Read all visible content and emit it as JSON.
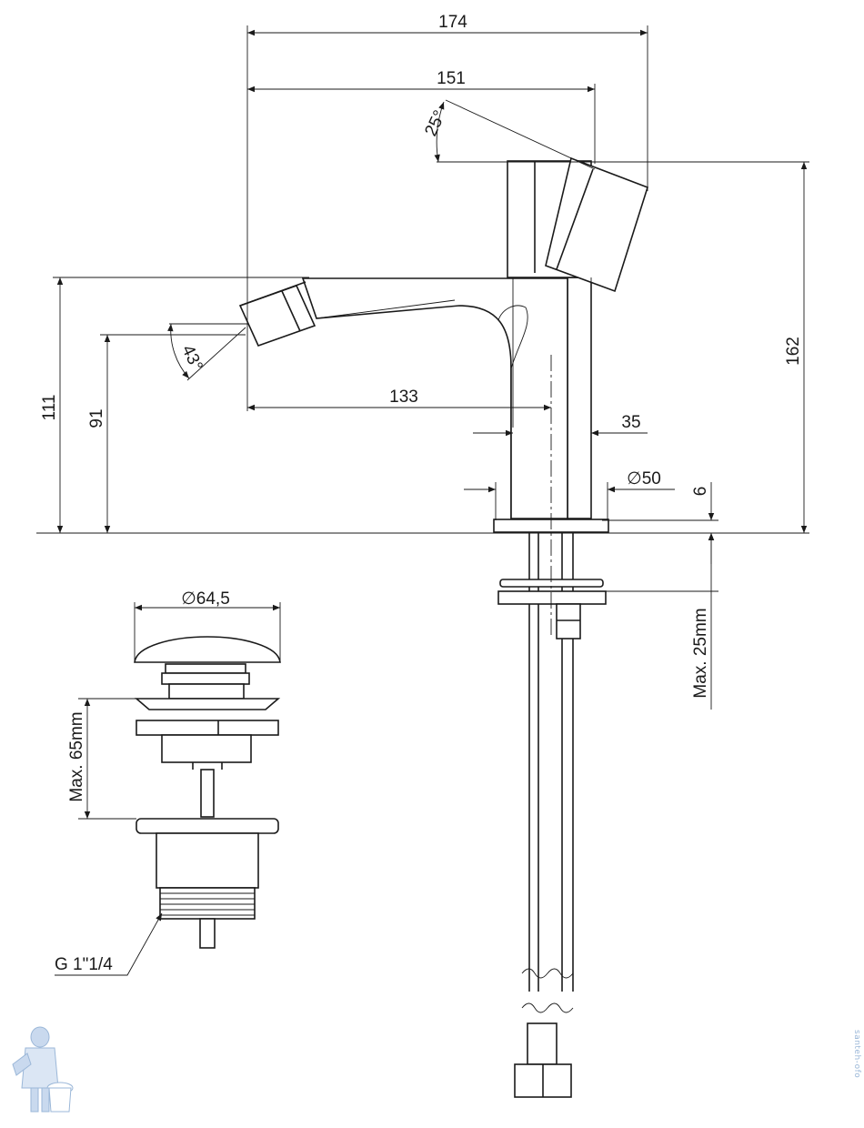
{
  "dimensions": {
    "overall_width": "174",
    "spout_width": "151",
    "handle_angle": "25°",
    "nozzle_angle": "43°",
    "overall_height": "162",
    "spout_height": "111",
    "outlet_height": "91",
    "spout_reach": "133",
    "body_width": "35",
    "base_diameter": "50",
    "base_thickness": "6",
    "max_deck_thickness": "Max. 25mm",
    "waste_cap_diameter": "64,5",
    "waste_max_thickness": "Max. 65mm",
    "waste_thread": "G 1\"1/4"
  },
  "diameter_symbol": "∅",
  "watermark": "santeh-ofo",
  "colors": {
    "line": "#1a1a1a",
    "watermark": "#9bb7d8",
    "background": "#ffffff"
  }
}
